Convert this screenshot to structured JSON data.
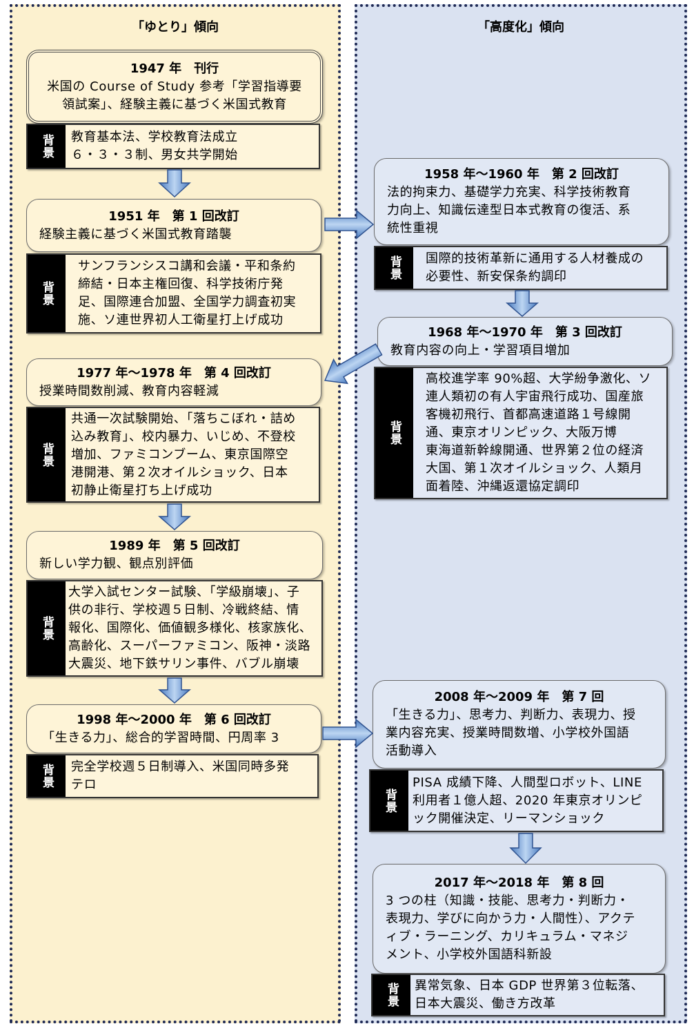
{
  "columns": {
    "yutori": {
      "header": "「ゆとり」傾向"
    },
    "koudoka": {
      "header": "「高度化」傾向"
    }
  },
  "background_label": "背景",
  "revisions": {
    "r1947": {
      "title": "1947 年　刊行",
      "body": "米国の Course of Study 参考「学習指導要\n領試案」、経験主義に基づく米国式教育",
      "background": "教育基本法、学校教育法成立\n６・３・３制、男女共学開始"
    },
    "r1951": {
      "title": "1951 年　第 1 回改訂",
      "body": "経験主義に基づく米国式教育踏襲",
      "background": "サンフランシスコ講和会議・平和条約\n締結・日本主権回復、科学技術庁発\n足、国際連合加盟、全国学力調査初実\n施、ソ連世界初人工衛星打上げ成功"
    },
    "r1958": {
      "title": "1958 年～1960 年　第 2 回改訂",
      "body": "法的拘束力、基礎学力充実、科学技術教育\n力向上、知識伝達型日本式教育の復活、系\n統性重視",
      "background": "国際的技術革新に通用する人材養成の\n必要性、新安保条約調印"
    },
    "r1968": {
      "title": "1968 年～1970 年　第 3 回改訂",
      "body": "教育内容の向上・学習項目増加",
      "background": "高校進学率 90%超、大学紛争激化、ソ\n連人類初の有人宇宙飛行成功、国産旅\n客機初飛行、首都高速道路１号線開\n通、東京オリンピック、大阪万博\n東海道新幹線開通、世界第２位の経済\n大国、第１次オイルショック、人類月\n面着陸、沖縄返還協定調印"
    },
    "r1977": {
      "title": "1977 年～1978 年　第 4 回改訂",
      "body": "授業時間数削減、教育内容軽減",
      "background": "共通一次試験開始、「落ちこぼれ・詰め\n込み教育」、校内暴力、いじめ、不登校\n増加、ファミコンブーム、東京国際空\n港開港、第２次オイルショック、日本\n初静止衛星打ち上げ成功"
    },
    "r1989": {
      "title": "1989 年　第 5 回改訂",
      "body": "新しい学力観、観点別評価",
      "background": "大学入試センター試験、「学級崩壊」、子\n供の非行、学校週５日制、冷戦終結、情\n報化、国際化、価値観多様化、核家族化、\n高齢化、スーパーファミコン、阪神・淡路\n大震災、地下鉄サリン事件、バブル崩壊"
    },
    "r1998": {
      "title": "1998 年～2000 年　第 6 回改訂",
      "body": "「生きる力」、総合的学習時間、円周率 3",
      "background": "完全学校週５日制導入、米国同時多発\nテロ"
    },
    "r2008": {
      "title": "2008 年～2009 年　第 7 回",
      "body": "「生きる力」、思考力、判断力、表現力、授\n業内容充実、授業時間数増、小学校外国語\n活動導入",
      "background": "PISA 成績下降、人間型ロボット、LINE\n利用者１億人超、2020 年東京オリンピ\nック開催決定、リーマンショック"
    },
    "r2017": {
      "title": "2017 年～2018 年　第 8 回",
      "body": "3 つの柱（知識・技能、思考力・判断力・\n表現力、学びに向かう力・人間性）、アクテ\nィブ・ラーニング、カリキュラム・マネジ\nメント、小学校外国語科新設",
      "background": "異常気象、日本 GDP 世界第３位転落、\n日本大震災、働き方改革"
    }
  },
  "colors": {
    "yutori_column": "#FCF1CF",
    "koudoka_column": "#DAE2F1",
    "yutori_box": "#FEF4D7",
    "koudoka_box": "#E1E8F4",
    "yutori_background_box": "#FEF5DB",
    "koudoka_background_box": "#E3E9F5",
    "background_label": "#000000",
    "column_border": "#1F2A55",
    "arrow_dark": "#2F528F",
    "arrow_mid": "#4A7BC0",
    "arrow_light": "#BCD5F2"
  }
}
